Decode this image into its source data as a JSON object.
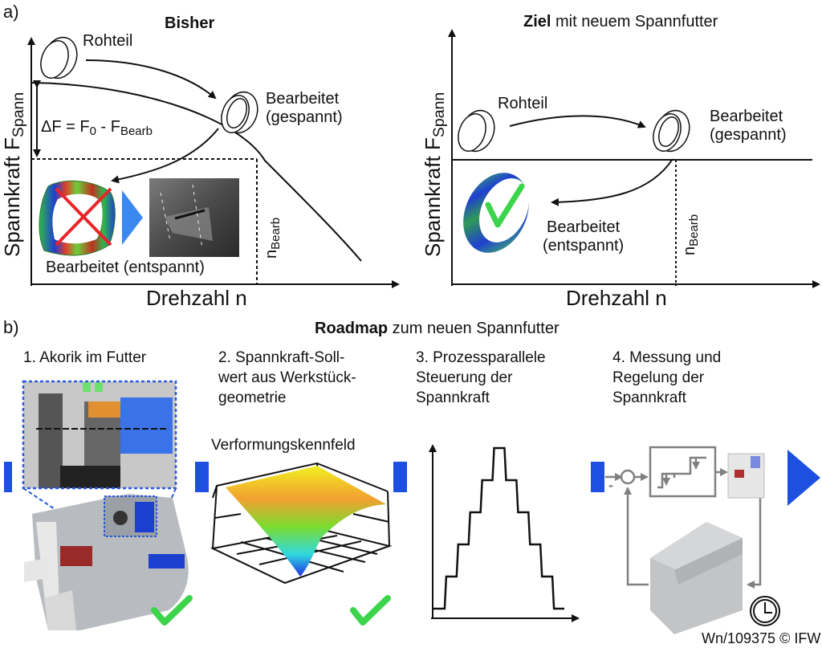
{
  "panel_a": {
    "label": "a)",
    "left": {
      "title": "Bisher",
      "y_axis": "Spannkraft F",
      "y_axis_sub": "Spann",
      "x_axis": "Drehzahl n",
      "rohteil": "Rohteil",
      "bearbeitet_gespannt_1": "Bearbeitet",
      "bearbeitet_gespannt_2": "(gespannt)",
      "delta_f_prefix": "ΔF = F",
      "delta_f_sub0": "0",
      "delta_f_mid": " - F",
      "delta_f_sub1": "Bearb",
      "n_bearb": "n",
      "n_bearb_sub": "Bearb",
      "bearbeitet_entspannt": "Bearbeitet (entspannt)"
    },
    "right": {
      "title_bold": "Ziel",
      "title_rest": " mit neuem Spannfutter",
      "y_axis": "Spannkraft F",
      "y_axis_sub": "Spann",
      "x_axis": "Drehzahl n",
      "rohteil": "Rohteil",
      "bearbeitet_gespannt_1": "Bearbeitet",
      "bearbeitet_gespannt_2": "(gespannt)",
      "n_bearb": "n",
      "n_bearb_sub": "Bearb",
      "bearbeitet_entspannt_1": "Bearbeitet",
      "bearbeitet_entspannt_2": "(entspannt)"
    }
  },
  "panel_b": {
    "label": "b)",
    "title_bold": "Roadmap",
    "title_rest": " zum neuen Spannfutter",
    "steps": [
      {
        "title": "1. Akorik im Futter",
        "status": "done"
      },
      {
        "title": "2. Spannkraft-Soll-\nwert aus Werkstück-\ngeometrie",
        "subtitle": "Verformungskennfeld",
        "status": "done"
      },
      {
        "title": "3. Prozessparallele\nSteuerung der\nSpannkraft",
        "status": "open"
      },
      {
        "title": "4. Messung und\nRegelung der\nSpannkraft",
        "status": "in-progress"
      }
    ],
    "step3_profile": [
      0,
      1,
      2,
      3,
      4,
      5,
      4,
      3,
      2,
      1,
      0
    ],
    "control_minus": "-"
  },
  "footer": {
    "credit": "Wn/109375 © IFW"
  },
  "colors": {
    "accent_blue": "#1d4fe0",
    "check_green": "#3bd44a",
    "cross_red": "#e8262a",
    "gray_diagram": "#808080"
  }
}
